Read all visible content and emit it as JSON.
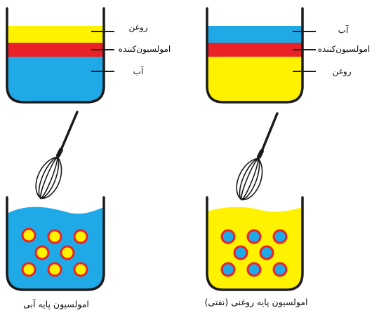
{
  "colors": {
    "water": "#1fa9e6",
    "oil": "#fff200",
    "emulsifier": "#ea2127",
    "outline": "#1a1a1a"
  },
  "top_left": {
    "layers": [
      "oil",
      "emulsifier",
      "water"
    ],
    "labels": [
      "روغن",
      "امولسیون‌کننده",
      "آب"
    ]
  },
  "top_right": {
    "layers": [
      "water",
      "emulsifier",
      "oil"
    ],
    "labels": [
      "آب",
      "امولسیون‌کننده",
      "روغن"
    ]
  },
  "bottom_left": {
    "fill": "water",
    "droplet": "oil",
    "droplet_count": 8,
    "caption": "امولسیون پایه آبی"
  },
  "bottom_right": {
    "fill": "oil",
    "droplet": "water",
    "droplet_count": 8,
    "caption": "امولسیون پایه روغنی (نفتی)"
  }
}
